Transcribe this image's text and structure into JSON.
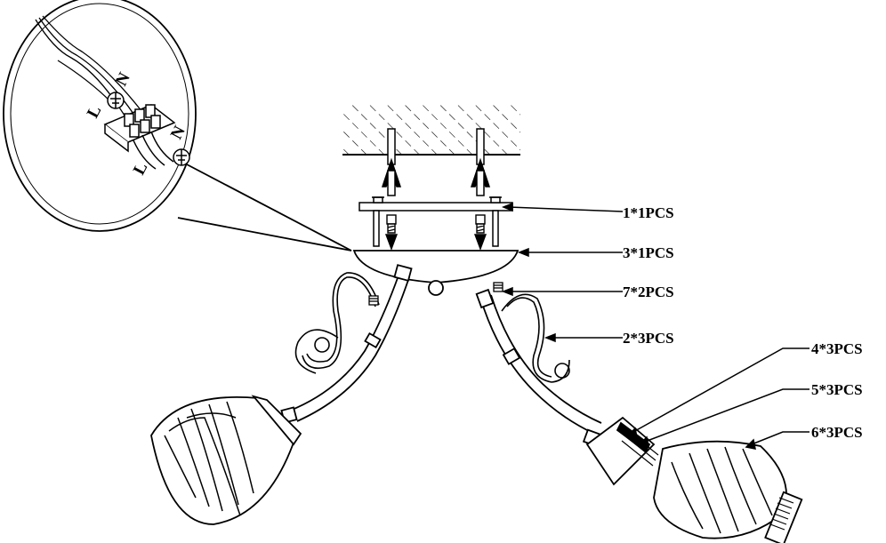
{
  "callouts": [
    {
      "id": "part-1",
      "text": "1*1PCS"
    },
    {
      "id": "part-3",
      "text": "3*1PCS"
    },
    {
      "id": "part-7",
      "text": "7*2PCS"
    },
    {
      "id": "part-2",
      "text": "2*3PCS"
    },
    {
      "id": "part-4",
      "text": "4*3PCS"
    },
    {
      "id": "part-5",
      "text": "5*3PCS"
    },
    {
      "id": "part-6",
      "text": "6*3PCS"
    }
  ],
  "wiring": {
    "live_top": "L",
    "neutral_top": "N",
    "live_bottom": "L",
    "neutral_bottom": "N"
  },
  "colors": {
    "line": "#000000",
    "background": "#ffffff"
  }
}
